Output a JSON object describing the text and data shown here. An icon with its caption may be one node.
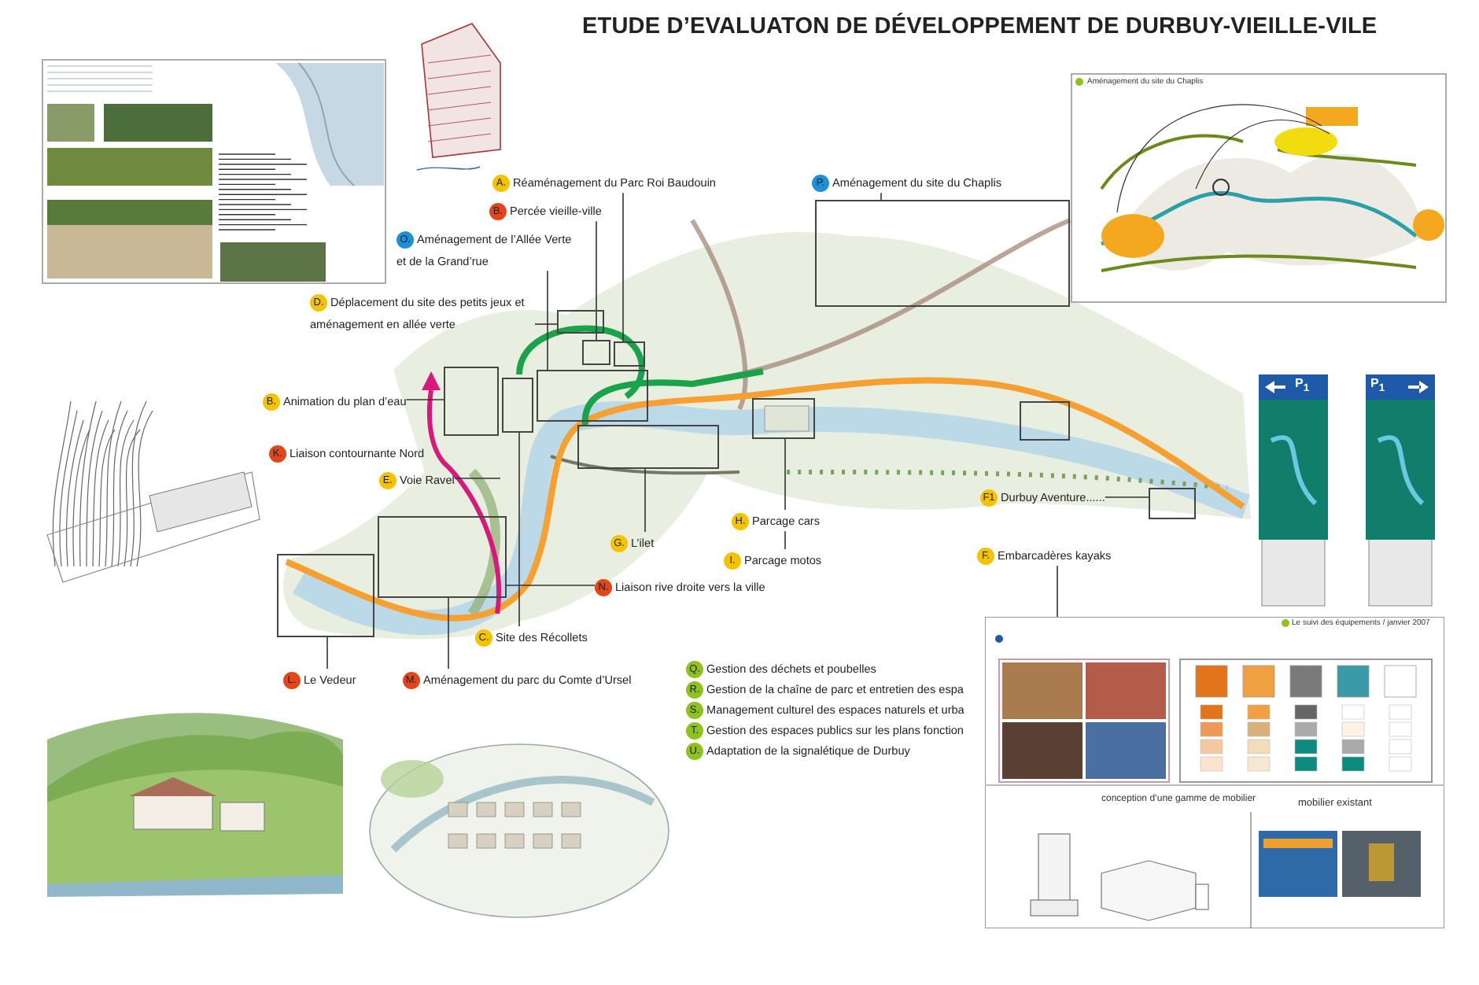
{
  "diagram": {
    "title": "ETUDE D’EVALUATON DE DÉVELOPPEMENT DE DURBUY-VIEILLE-VILE",
    "nodes": [
      {
        "text": [],
        "shape": "box"
      },
      {
        "text": [],
        "shape": "box"
      },
      {
        "text": [],
        "shape": "box"
      },
      {
        "text": [],
        "shape": "box"
      },
      {
        "text": [],
        "shape": "box"
      },
      {
        "text": [],
        "shape": "box"
      },
      {
        "text": [],
        "shape": "box"
      },
      {
        "text": [],
        "shape": "box"
      },
      {
        "text": [],
        "shape": "box"
      },
      {
        "text": [],
        "shape": "box"
      },
      {
        "text": [],
        "shape": "box"
      },
      {
        "text": [],
        "shape": "box"
      },
      {
        "text": [],
        "shape": "box"
      },
      {
        "text": [
          "A.",
          "Réaménagement du Parc Roi Baudouin"
        ]
      },
      {
        "text": [
          "P.",
          "Aménagement du site du Chaplis"
        ]
      },
      {
        "text": [
          "B.",
          "Percée vieille-ville"
        ]
      },
      {
        "text": [
          "O.",
          "Aménagement de l’Allée Verte et de la Grand’rue"
        ]
      },
      {
        "text": [
          "D.",
          "Déplacement du site des petits jeux et aménagement en allée verte"
        ]
      },
      {
        "text": [
          "B.",
          "Animation du plan d’eau"
        ]
      },
      {
        "text": [
          "K.",
          "Liaison contournante Nord"
        ]
      },
      {
        "text": [
          "E.",
          "Voie Ravel"
        ]
      },
      {
        "text": [
          "F1",
          "Durbuy Aventure......"
        ]
      },
      {
        "text": [
          "H.",
          "Parcage cars"
        ]
      },
      {
        "text": [
          "G.",
          "L’ilet"
        ]
      },
      {
        "text": [
          "I.",
          "Parcage motos"
        ]
      },
      {
        "text": [
          "F.",
          "Embarcadères kayaks"
        ]
      },
      {
        "text": [
          "N.",
          "Liaison rive droite vers la ville"
        ]
      },
      {
        "text": [
          "C.",
          "Site des Récollets"
        ]
      },
      {
        "text": [
          "L.",
          "Le Vedeur"
        ]
      },
      {
        "text": [
          "M.",
          "Aménagement du parc du Comte d’Ursel"
        ]
      },
      {
        "text": [
          "Q.",
          "Gestion des déchets et poubelles"
        ]
      },
      {
        "text": [
          "R.",
          "Gestion de la chaîne de parc et entretien des espa"
        ]
      },
      {
        "text": [
          "S.",
          "Management culturel des espaces naturels et urba"
        ]
      },
      {
        "text": [
          "T.",
          "Gestion des espaces publics sur les plans fonction"
        ]
      },
      {
        "text": [
          "U.",
          "Adaptation de la signalétique de Durbuy"
        ]
      },
      {
        "text": [],
        "shape": "picture"
      }
    ],
    "edges": [
      {
        "from": 13,
        "to": 3,
        "arrow": "none"
      },
      {
        "from": 14,
        "to": 0,
        "arrow": "none"
      },
      {
        "from": 15,
        "to": 2,
        "arrow": "none"
      },
      {
        "from": 16,
        "to": 4,
        "arrow": "none"
      },
      {
        "from": 17,
        "to": 1,
        "arrow": "none"
      },
      {
        "from": 18,
        "to": 5,
        "arrow": "none"
      },
      {
        "from": 20,
        "to": null,
        "arrow": "none"
      },
      {
        "from": 21,
        "to": 12,
        "arrow": "none"
      },
      {
        "from": 22,
        "to": 8,
        "arrow": "none"
      },
      {
        "from": 23,
        "to": 7,
        "arrow": "none"
      },
      {
        "from": 24,
        "to": 22,
        "arrow": "none"
      },
      {
        "from": 25,
        "to": 35,
        "arrow": "none"
      },
      {
        "from": 26,
        "to": 9,
        "arrow": "none"
      },
      {
        "from": 27,
        "to": 6,
        "arrow": "none"
      },
      {
        "from": 28,
        "to": 10,
        "arrow": "none"
      },
      {
        "from": 29,
        "to": 9,
        "arrow": "none"
      }
    ],
    "labels": [
      "Aménagement du site du Chaplis",
      "P$_{1}$",
      "P$_{1}$",
      "Le suivi des équipements / janvier 2007",
      "conception d’une gamme de mobilier",
      "mobilier existant"
    ]
  }
}
